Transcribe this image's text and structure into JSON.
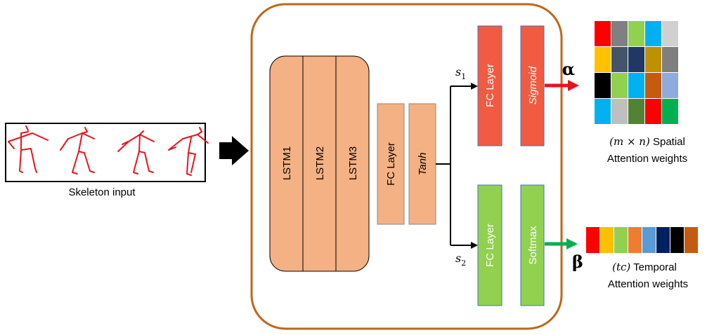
{
  "skeleton": {
    "label": "Skeleton input",
    "stroke_color": "#e8141c",
    "figure_count": 4
  },
  "lstm_blocks": [
    "LSTM1",
    "LSTM2",
    "LSTM3"
  ],
  "shared": {
    "fc_label": "FC Layer",
    "tanh_label": "Tanh"
  },
  "branch_spatial": {
    "input_label": "s1",
    "fc_label": "FC Layer",
    "act_label": "Sigmoid",
    "symbol": "α",
    "caption_line1": "(m × n) Spatial",
    "caption_line2": "Attention weights",
    "fc_color": "#f05b41",
    "arrow_color": "#e8141c",
    "grid_colors": [
      [
        "#ff0000",
        "#808080",
        "#92d050",
        "#00b0f0",
        "#d0d0d0"
      ],
      [
        "#ffc000",
        "#44546a",
        "#203864",
        "#bf9000",
        "#7f7f7f"
      ],
      [
        "#000000",
        "#92d050",
        "#00b0f0",
        "#c55a11",
        "#8faadc"
      ],
      [
        "#00b0f0",
        "#bfbfbf",
        "#548235",
        "#ff0000",
        "#00b050"
      ]
    ]
  },
  "branch_temporal": {
    "input_label": "s2",
    "fc_label": "FC Layer",
    "act_label": "Softmax",
    "symbol": "β",
    "caption_line1": "(tc) Temporal",
    "caption_line2": "Attention weights",
    "fc_color": "#92d050",
    "arrow_color": "#00b050",
    "bar_colors": [
      "#ff0000",
      "#ffc000",
      "#92d050",
      "#ed7d31",
      "#5b9bd5",
      "#002060",
      "#000000",
      "#c55a11"
    ]
  },
  "colors": {
    "container_border": "#c0661b",
    "lstm_fill": "#f4b183",
    "text_dark": "#000000"
  }
}
